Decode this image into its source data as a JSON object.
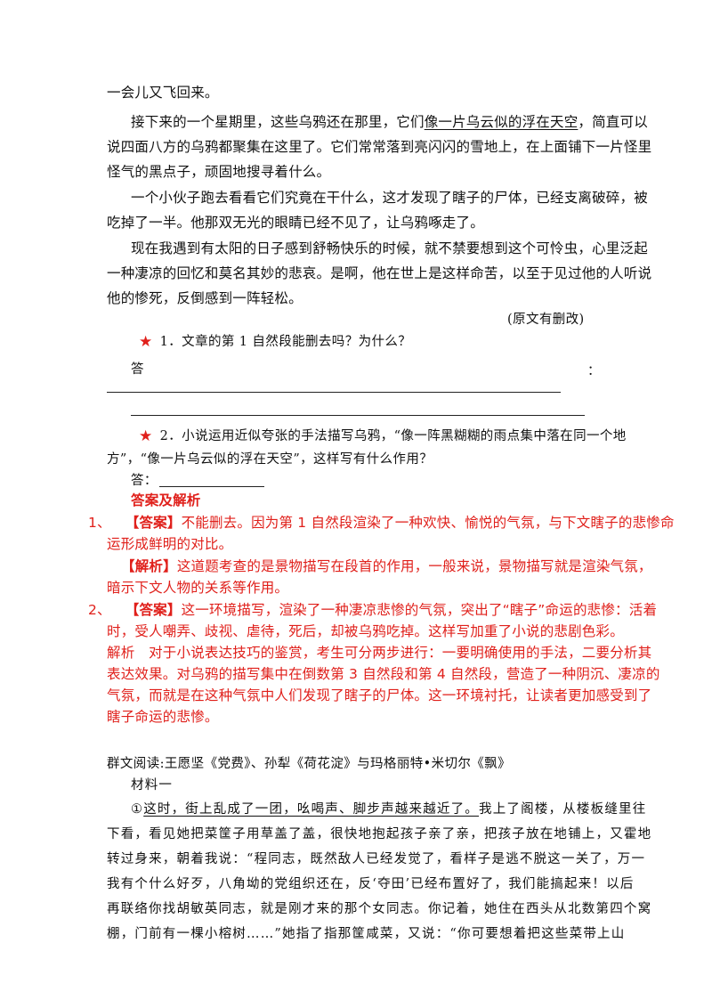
{
  "story": {
    "p0_tail": "一会儿又飞回来。",
    "p1_l1_pre": "接下来的一个星期里，这些乌鸦还在那里，它们",
    "p1_l1_u": "像一片乌云似的浮在天空",
    "p1_l1_post": "，简直可以",
    "p1_l2": "说四面八方的乌鸦都聚集在这里了。它们常常落到亮闪闪的雪地上，在上面铺下一片怪里",
    "p1_l3": "怪气的黑点子，顽固地搜寻着什么。",
    "p2_l1": "一个小伙子跑去看看它们究竟在干什么，这才发现了瞎子的尸体，已经支离破碎，被",
    "p2_l2": "吃掉了一半。他那双无光的眼睛已经不见了，让乌鸦啄走了。",
    "p3_l1": "现在我遇到有太阳的日子感到舒畅快乐的时候，就不禁要想到这个可怜虫，心里泛起",
    "p3_l2": "一种凄凉的回忆和莫名其妙的悲哀。是啊，他在世上是这样命苦，以至于见过他的人听说",
    "p3_l3": "他的惨死，反倒感到一阵轻松。",
    "source_note": "(原文有删改)"
  },
  "questions": {
    "q1": "1．文章的第 1 自然段能删去吗？为什么？",
    "q1_answer_label": "答",
    "q1_colon": "：",
    "q2_l1": "2．小说运用近似夸张的手法描写乌鸦，“像一阵黑糊糊的雨点集中落在同一个地",
    "q2_l2": "方”，“像一片乌云似的浮在天空”，这样写有什么作用？",
    "q2_answer_label": "答："
  },
  "answers": {
    "heading": "答案及解析",
    "a1_num": "1、",
    "a1_tag": "【答案】",
    "a1_l1": "不能删去。因为第 1 自然段渲染了一种欢快、愉悦的气氛，与下文瞎子的悲惨命",
    "a1_l2": "运形成鲜明的对比。",
    "a1_exp_tag": "【解析】",
    "a1_exp_l1": "这道题考查的是景物描写在段首的作用，一般来说，景物描写就是渲染气氛，",
    "a1_exp_l2": "暗示下文人物的关系等作用。",
    "a2_num": "2、",
    "a2_tag": "【答案】",
    "a2_l1": "这一环境描写，渲染了一种凄凉悲惨的气氛，突出了“瞎子”命运的悲惨：活着",
    "a2_l2": "时，受人嘲弄、歧视、虐待，死后，却被乌鸦吃掉。这样写加重了小说的悲剧色彩。",
    "a2_exp_l1": "解析　对于小说表达技巧的鉴赏，考生可分两步进行：一要明确使用的手法，二要分析其",
    "a2_exp_l2": "表达效果。对乌鸦的描写集中在倒数第 3 自然段和第 4 自然段，营造了一种阴沉、凄凉的",
    "a2_exp_l3": "气氛，而就是在这种气氛中人们发现了瞎子的尸体。这一环境衬托，让读者更加感受到了",
    "a2_exp_l4": "瞎子命运的悲惨。"
  },
  "reading": {
    "title": "群文阅读:王愿坚《党费》、孙犁《荷花淀》与玛格丽特•米切尔《飘》",
    "material": "材料一",
    "m_circle": "①",
    "m_l1_u": "这时，街上乱成了一团，吆喝声、脚步声越来越近了。",
    "m_l1_rest": "我上了阁楼，从楼板缝里往",
    "m_l2": "下看，看见她把菜筐子用草盖了盖，很快地抱起孩子亲了亲，把孩子放在地铺上，又霍地",
    "m_l3": "转过身来，朝着我说：“程同志，既然敌人已经发觉了，看样子是逃不脱这一关了，万一",
    "m_l4": "我有个什么好歹，八角坳的党组织还在，反‘夺田’已经布置好了，我们能搞起来！以后",
    "m_l5": "再联络你找胡敏英同志，就是刚才来的那个女同志。你记着，她住在西头从北数第四个窝",
    "m_l6": "棚，门前有一棵小榕树……”她指了指那筐咸菜，又说：“你可要想着把这些菜带上山"
  }
}
